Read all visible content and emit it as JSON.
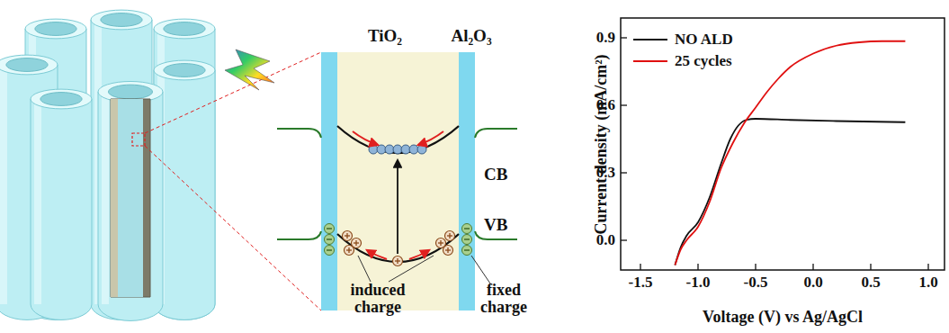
{
  "diagram": {
    "labels": [
      "TiO₂",
      "Al₂O₃",
      "CB",
      "VB",
      "induced charge",
      "fixed charge",
      "Current density (mA/cm²)",
      "Voltage (V) vs Ag/AgCl",
      "0.9",
      "0.6",
      "0.3",
      "0.0",
      "-1.5",
      "-1.0",
      "-0.5",
      "0.0",
      "0.5",
      "1.0"
    ],
    "legend": [
      {
        "text": "NO ALD"
      },
      {
        "text": "25 cycles"
      }
    ]
  }
}
